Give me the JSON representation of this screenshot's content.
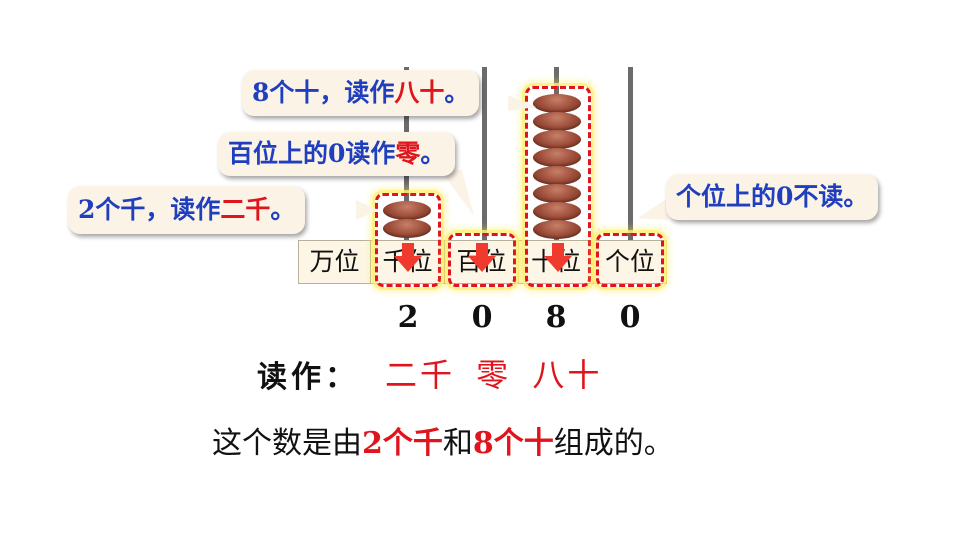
{
  "places": [
    "万位",
    "千位",
    "百位",
    "十位",
    "个位"
  ],
  "digits": [
    "2",
    "0",
    "8",
    "0"
  ],
  "bead_counts": {
    "thousands": 2,
    "hundreds": 0,
    "tens": 8,
    "ones": 0
  },
  "callouts": {
    "tens": {
      "prefix": "8个十，读作",
      "highlight": "八十",
      "suffix": "。"
    },
    "hundreds": {
      "prefix": "百位上的0读作",
      "highlight": "零",
      "suffix": "。"
    },
    "thousands": {
      "prefix": "2个千，读作",
      "highlight": "二千",
      "suffix": "。"
    },
    "ones": {
      "text": "个位上的0不读。"
    }
  },
  "reading": {
    "label": "读作：",
    "text": "二千 零 八十"
  },
  "sentence": {
    "part1": "这个数是由",
    "part2": "2个千",
    "part3": "和",
    "part4": "8个十",
    "part5": "组成的。"
  },
  "colors": {
    "accent_red": "#e0141c",
    "callout_blue": "#1f3fbf",
    "bead": "#9a4b37"
  }
}
